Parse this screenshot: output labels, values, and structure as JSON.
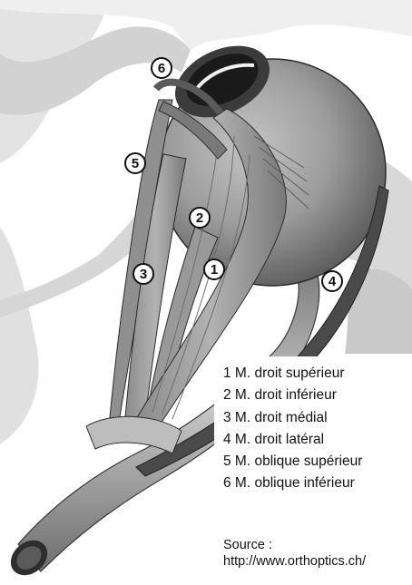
{
  "callouts": [
    "1",
    "2",
    "3",
    "4",
    "5",
    "6"
  ],
  "legend": [
    "1 M. droit supérieur",
    "2 M. droit inférieur",
    "3 M. droit médial",
    "4 M. droit latéral",
    "5 M. oblique supérieur",
    "6 M. oblique inférieur"
  ],
  "source_label": "Source :",
  "source_url": "http://www.orthoptics.ch/"
}
